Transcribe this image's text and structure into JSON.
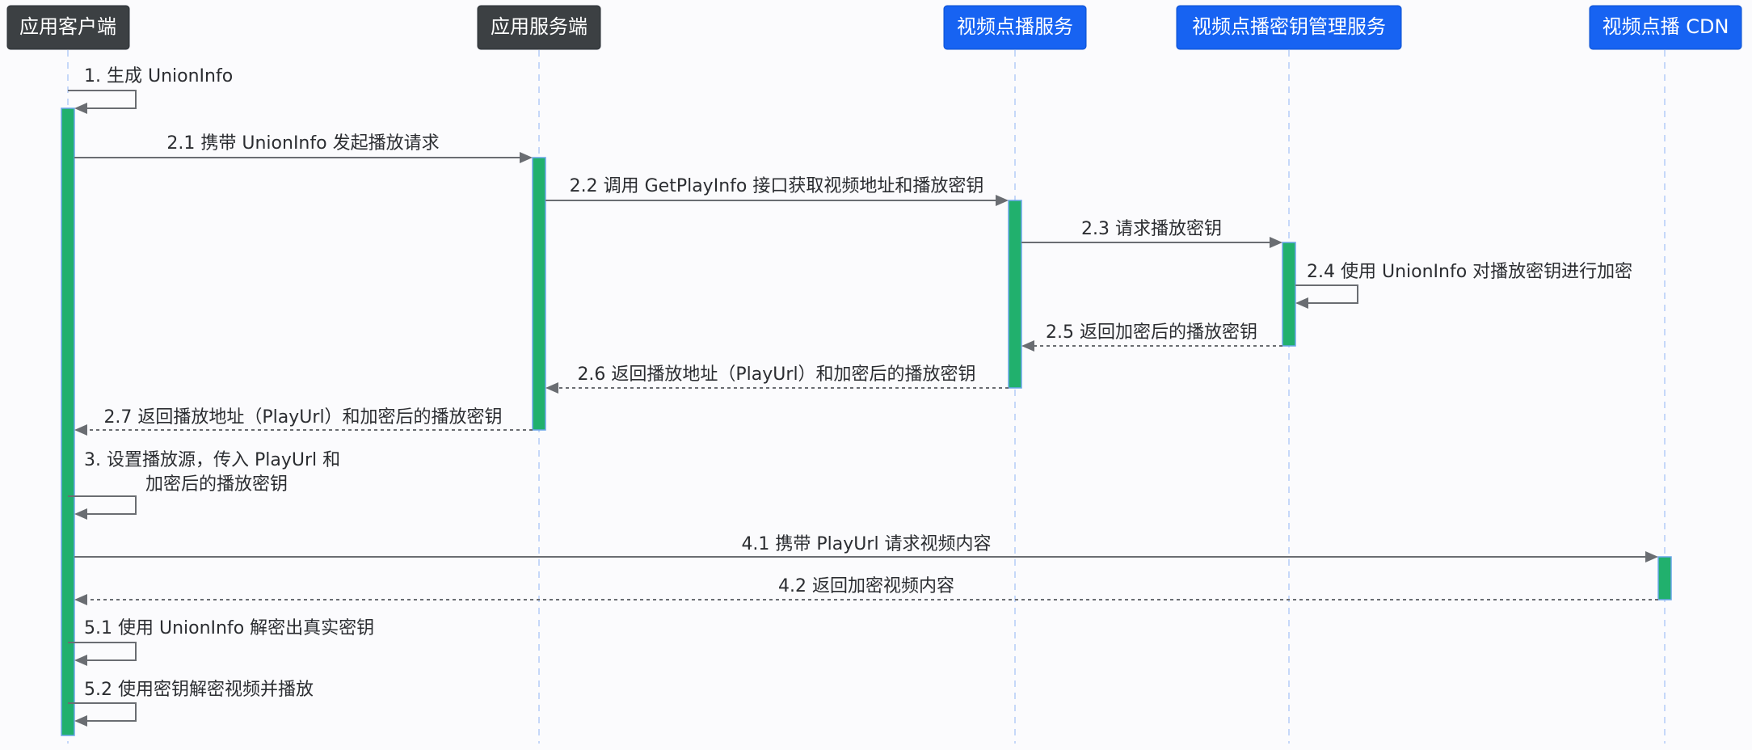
{
  "diagram": {
    "participants": [
      {
        "id": "client",
        "label": "应用客户端",
        "color": "#3c4043"
      },
      {
        "id": "server",
        "label": "应用服务端",
        "color": "#3c4043"
      },
      {
        "id": "vod",
        "label": "视频点播服务",
        "color": "#1763f2"
      },
      {
        "id": "kms",
        "label": "视频点播密钥管理服务",
        "color": "#1763f2"
      },
      {
        "id": "cdn",
        "label": "视频点播 CDN",
        "color": "#1763f2"
      }
    ],
    "messages": [
      {
        "id": "m1",
        "label": "1. 生成 UnionInfo",
        "from": "client",
        "to": "client",
        "style": "solid"
      },
      {
        "id": "m21",
        "label": "2.1 携带 UnionInfo 发起播放请求",
        "from": "client",
        "to": "server",
        "style": "solid"
      },
      {
        "id": "m22",
        "label": "2.2 调用 GetPlayInfo 接口获取视频地址和播放密钥",
        "from": "server",
        "to": "vod",
        "style": "solid"
      },
      {
        "id": "m23",
        "label": "2.3 请求播放密钥",
        "from": "vod",
        "to": "kms",
        "style": "solid"
      },
      {
        "id": "m24",
        "label": "2.4 使用 UnionInfo 对播放密钥进行加密",
        "from": "kms",
        "to": "kms",
        "style": "solid"
      },
      {
        "id": "m25",
        "label": "2.5 返回加密后的播放密钥",
        "from": "kms",
        "to": "vod",
        "style": "dashed"
      },
      {
        "id": "m26",
        "label": "2.6 返回播放地址（PlayUrl）和加密后的播放密钥",
        "from": "vod",
        "to": "server",
        "style": "dashed"
      },
      {
        "id": "m27",
        "label": "2.7 返回播放地址（PlayUrl）和加密后的播放密钥",
        "from": "server",
        "to": "client",
        "style": "dashed"
      },
      {
        "id": "m3",
        "label": [
          "3. 设置播放源，传入 PlayUrl 和",
          "加密后的播放密钥"
        ],
        "from": "client",
        "to": "client",
        "style": "solid"
      },
      {
        "id": "m41",
        "label": "4.1 携带 PlayUrl 请求视频内容",
        "from": "client",
        "to": "cdn",
        "style": "solid"
      },
      {
        "id": "m42",
        "label": "4.2 返回加密视频内容",
        "from": "cdn",
        "to": "client",
        "style": "dashed"
      },
      {
        "id": "m51",
        "label": "5.1 使用 UnionInfo 解密出真实密钥",
        "from": "client",
        "to": "client",
        "style": "solid"
      },
      {
        "id": "m52",
        "label": "5.2 使用密钥解密视频并播放",
        "from": "client",
        "to": "client",
        "style": "solid"
      }
    ]
  }
}
